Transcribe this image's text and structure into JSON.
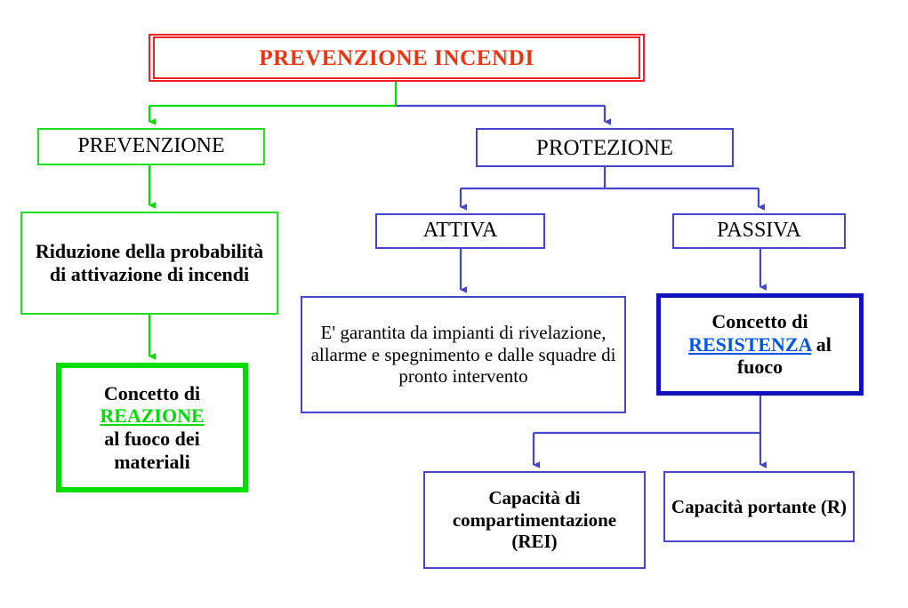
{
  "diagram": {
    "title": "PREVENZIONE INCENDI",
    "colors": {
      "title_border": "#ee2222",
      "title_text": "#ee3311",
      "prevention_green": "#22dd22",
      "reaction_green": "#00dd00",
      "protection_blue": "#4444cc",
      "resistance_blue": "#1111bb",
      "resistance_text_blue": "#0055ee",
      "text_black": "#000000",
      "background": "#ffffff"
    },
    "nodes": {
      "prevenzione": "PREVENZIONE",
      "riduzione": "Riduzione della probabilità di attivazione di incendi",
      "reazione": {
        "line1": "Concetto di",
        "highlight": "REAZIONE",
        "line3": "al fuoco dei",
        "line4": "materiali"
      },
      "protezione": "PROTEZIONE",
      "attiva": "ATTIVA",
      "passiva": "PASSIVA",
      "attiva_desc": "E' garantita da impianti di rivelazione, allarme e spegnimento e dalle squadre di pronto intervento",
      "resistenza": {
        "line1": "Concetto di",
        "highlight": "RESISTENZA",
        "suffix": " al",
        "line3": "fuoco"
      },
      "rei": "Capacità di compartimentazione (REI)",
      "portante": "Capacità portante (R)"
    }
  }
}
